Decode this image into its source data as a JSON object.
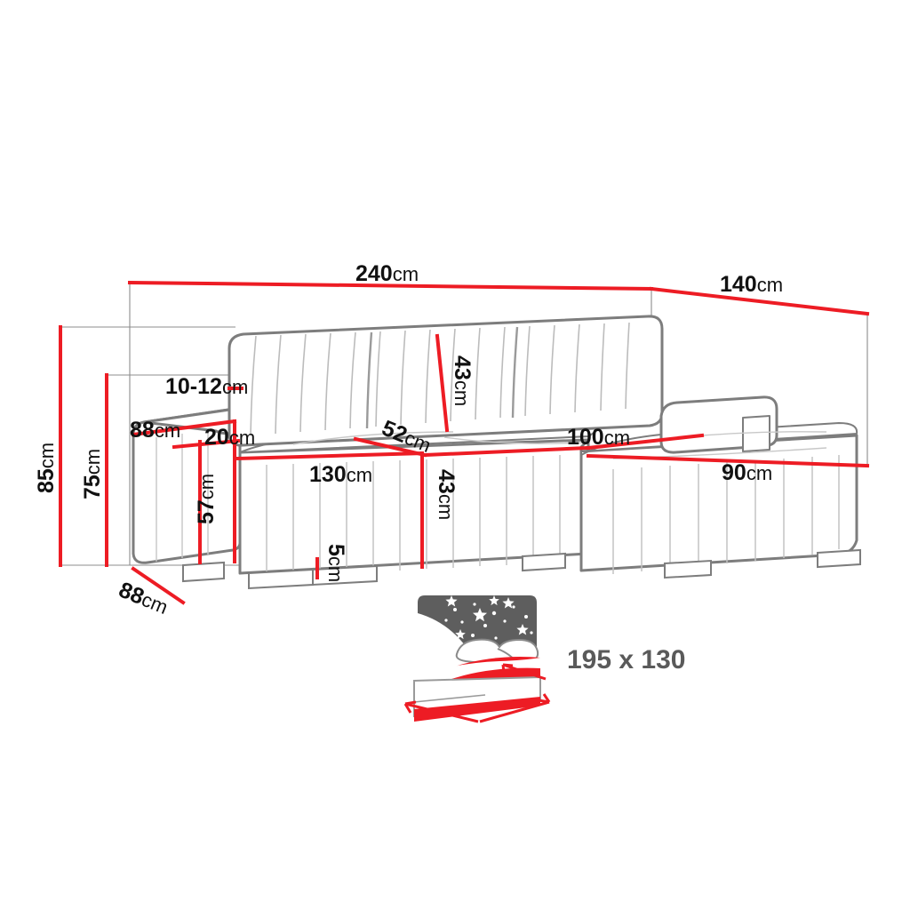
{
  "diagram": {
    "title": "Corner sofa bed dimension diagram",
    "colors": {
      "dimension_red": "#ED1C24",
      "outline_gray": "#7d7d7d",
      "detail_gray": "#b9b9b9",
      "thin_gray": "#8c8c8c",
      "label_black": "#111111",
      "bed_label_gray": "#5a5a5a",
      "background": "#ffffff"
    },
    "unit": "cm"
  },
  "dimensions": {
    "overall_width": {
      "value": "240",
      "unit": "cm",
      "name": "overall-width"
    },
    "overall_depth": {
      "value": "140",
      "unit": "cm",
      "name": "chaise-depth"
    },
    "total_height": {
      "value": "85",
      "unit": "cm",
      "name": "total-height"
    },
    "backrest_height": {
      "value": "75",
      "unit": "cm",
      "name": "backrest-height"
    },
    "armrest_thickness": {
      "value": "10-12",
      "unit": "cm",
      "name": "armrest-thickness"
    },
    "arm_depth": {
      "value": "88",
      "unit": "cm",
      "name": "arm-depth-top"
    },
    "arm_width": {
      "value": "20",
      "unit": "cm",
      "name": "arm-width"
    },
    "arm_seat_depth": {
      "value": "57",
      "unit": "cm",
      "name": "arm-side-depth"
    },
    "arm_base_depth": {
      "value": "88",
      "unit": "cm",
      "name": "arm-base-depth"
    },
    "backrest_cushion_height": {
      "value": "43",
      "unit": "cm",
      "name": "backrest-cushion-height"
    },
    "seat_depth_diagonal": {
      "value": "52",
      "unit": "cm",
      "name": "seat-depth"
    },
    "seat_width": {
      "value": "130",
      "unit": "cm",
      "name": "seat-width"
    },
    "seat_height": {
      "value": "43",
      "unit": "cm",
      "name": "seat-height"
    },
    "leg_height": {
      "value": "5",
      "unit": "cm",
      "name": "leg-height"
    },
    "chaise_seat_depth": {
      "value": "100",
      "unit": "cm",
      "name": "chaise-seat-depth"
    },
    "chaise_width": {
      "value": "90",
      "unit": "cm",
      "name": "chaise-width"
    }
  },
  "sleeping_area": {
    "label": "195 x 130",
    "icon": "bed-with-starry-night-icon"
  }
}
